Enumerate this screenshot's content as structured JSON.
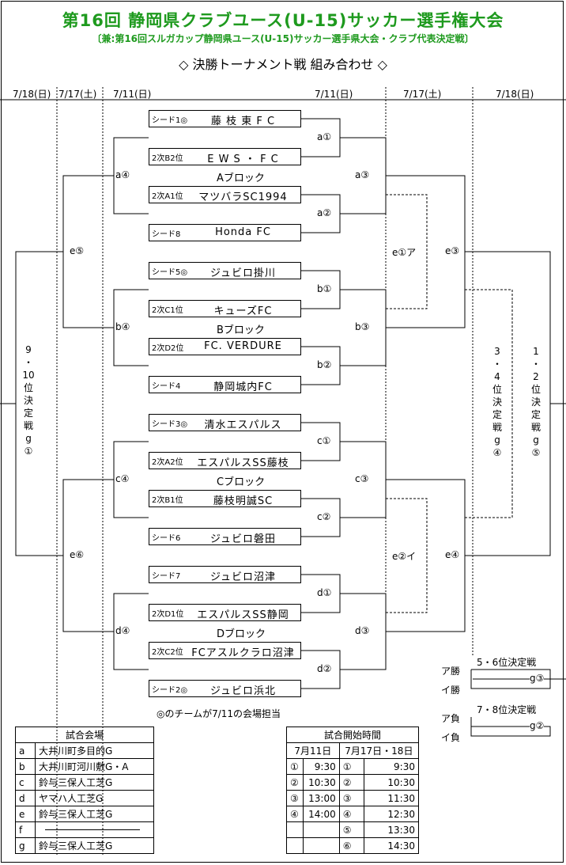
{
  "title": "第16回 静岡県クラブユース(U-15)サッカー選手権大会",
  "subtitle": "〔兼:第16回スルガカップ静岡県ユース(U-15)サッカー選手県大会・クラブ代表決定戦〕",
  "bracket_title": "◇ 決勝トーナメント戦 組み合わせ ◇",
  "dates": {
    "left1": "7/18(日)",
    "left2": "7/17(土)",
    "left3": "7/11(日)",
    "right1": "7/11(日)",
    "right2": "7/17(土)",
    "right3": "7/18(日)"
  },
  "teams": [
    {
      "seed": "シード1◎",
      "name": "藤 枝 東 F C"
    },
    {
      "seed": "2次B2位",
      "name": "E W S ・ F C"
    },
    {
      "seed": "2次A1位",
      "name": "マツバラSC1994"
    },
    {
      "seed": "シード8",
      "name": "Honda FC"
    },
    {
      "seed": "シード5◎",
      "name": "ジュビロ掛川"
    },
    {
      "seed": "2次C1位",
      "name": "キューズFC"
    },
    {
      "seed": "2次D2位",
      "name": "FC. VERDURE"
    },
    {
      "seed": "シード4",
      "name": "静岡城内FC"
    },
    {
      "seed": "シード3◎",
      "name": "清水エスパルス"
    },
    {
      "seed": "2次A2位",
      "name": "エスパルスSS藤枝"
    },
    {
      "seed": "2次B1位",
      "name": "藤枝明誠SC"
    },
    {
      "seed": "シード6",
      "name": "ジュビロ磐田"
    },
    {
      "seed": "シード7",
      "name": "ジュビロ沼津"
    },
    {
      "seed": "2次D1位",
      "name": "エスパルスSS静岡"
    },
    {
      "seed": "2次C2位",
      "name": "FCアスルクラロ沼津"
    },
    {
      "seed": "シード2◎",
      "name": "ジュビロ浜北"
    }
  ],
  "blocks": [
    "Aブロック",
    "Bブロック",
    "Cブロック",
    "Dブロック"
  ],
  "matches": {
    "a1": "a①",
    "a2": "a②",
    "a3": "a③",
    "a4": "a④",
    "b1": "b①",
    "b2": "b②",
    "b3": "b③",
    "b4": "b④",
    "c1": "c①",
    "c2": "c②",
    "c3": "c③",
    "c4": "c④",
    "d1": "d①",
    "d2": "d②",
    "d3": "d③",
    "d4": "d④",
    "e1a": "e①ア",
    "e2i": "e②イ",
    "e3": "e③",
    "e4": "e④",
    "e5": "e⑤",
    "e6": "e⑥",
    "g3": "g③",
    "g2": "g②"
  },
  "vertical_labels": {
    "left": [
      "9",
      "・",
      "10",
      "位",
      "決",
      "定",
      "戦",
      "g",
      "①"
    ],
    "mid": [
      "3",
      "・",
      "4",
      "位",
      "決",
      "定",
      "戦",
      "g",
      "④"
    ],
    "right": [
      "1",
      "・",
      "2",
      "位",
      "決",
      "定",
      "戦",
      "g",
      "⑤"
    ]
  },
  "placement": {
    "p56_title": "5・6位決定戦",
    "p56_a": "ア勝",
    "p56_b": "イ勝",
    "p78_title": "7・8位決定戦",
    "p78_a": "ア負",
    "p78_b": "イ負"
  },
  "note": "◎のチームが7/11の会場担当",
  "venues": {
    "header": "試合会場",
    "rows": [
      {
        "k": "a",
        "v": "大井川町多目的G"
      },
      {
        "k": "b",
        "v": "大井川町河川敷G・A"
      },
      {
        "k": "c",
        "v": "鈴与三保人工芝G"
      },
      {
        "k": "d",
        "v": "ヤマハ人工芝G"
      },
      {
        "k": "e",
        "v": "鈴与三保人工芝G"
      },
      {
        "k": "f",
        "v": ""
      },
      {
        "k": "g",
        "v": "鈴与三保人工芝G"
      }
    ]
  },
  "times": {
    "header": "試合開始時間",
    "col1": "7月11日",
    "col2": "7月17日・18日",
    "rows": [
      {
        "n1": "①",
        "t1": "9:30",
        "n2": "①",
        "t2": "9:30"
      },
      {
        "n1": "②",
        "t1": "10:30",
        "n2": "②",
        "t2": "10:30"
      },
      {
        "n1": "③",
        "t1": "13:00",
        "n2": "③",
        "t2": "11:30"
      },
      {
        "n1": "④",
        "t1": "14:00",
        "n2": "④",
        "t2": "12:30"
      },
      {
        "n1": "",
        "t1": "",
        "n2": "⑤",
        "t2": "13:30"
      },
      {
        "n1": "",
        "t1": "",
        "n2": "⑥",
        "t2": "14:30"
      }
    ]
  }
}
